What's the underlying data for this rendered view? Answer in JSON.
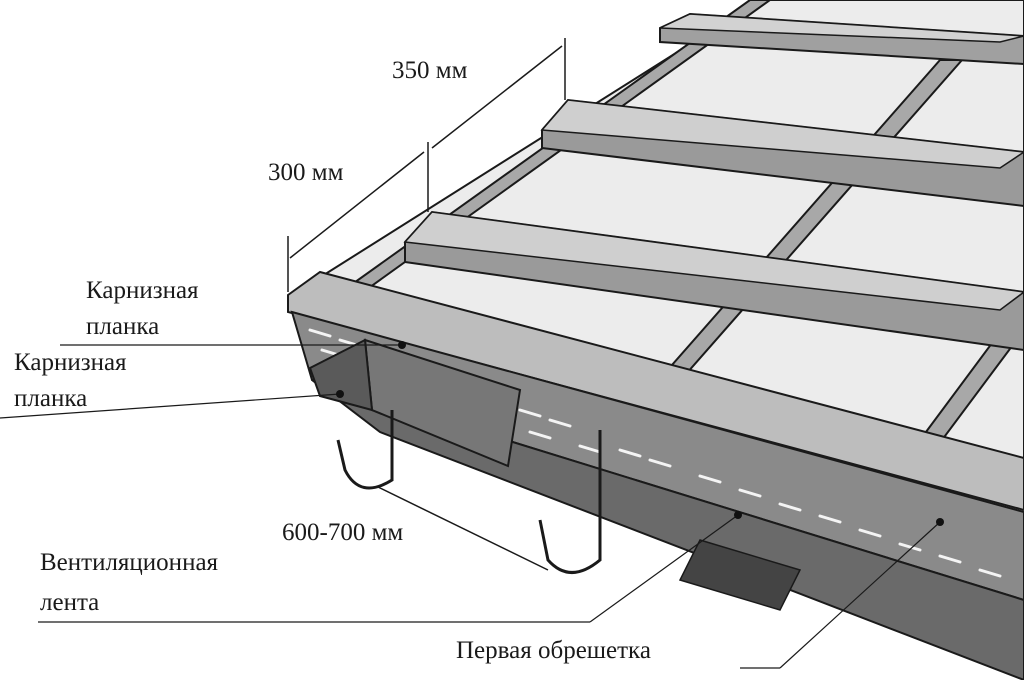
{
  "diagram": {
    "dimensions": {
      "d1": "350 мм",
      "d2": "300 мм",
      "d3": "600-700 мм"
    },
    "labels": {
      "eave_a_line1": "Карнизная",
      "eave_a_line2": "планка",
      "eave_b_line1": "Карнизная",
      "eave_b_line2": "планка",
      "vent_line1": "Вентиляционная",
      "vent_line2": "лента",
      "first_batten": "Первая обрешетка"
    },
    "colors": {
      "line": "#1a1a1a",
      "batten": "#9a9a9a",
      "batten_top": "#cfcfcf",
      "board": "#b8b8b8",
      "membrane": "#ebebeb",
      "dark": "#555555"
    }
  }
}
